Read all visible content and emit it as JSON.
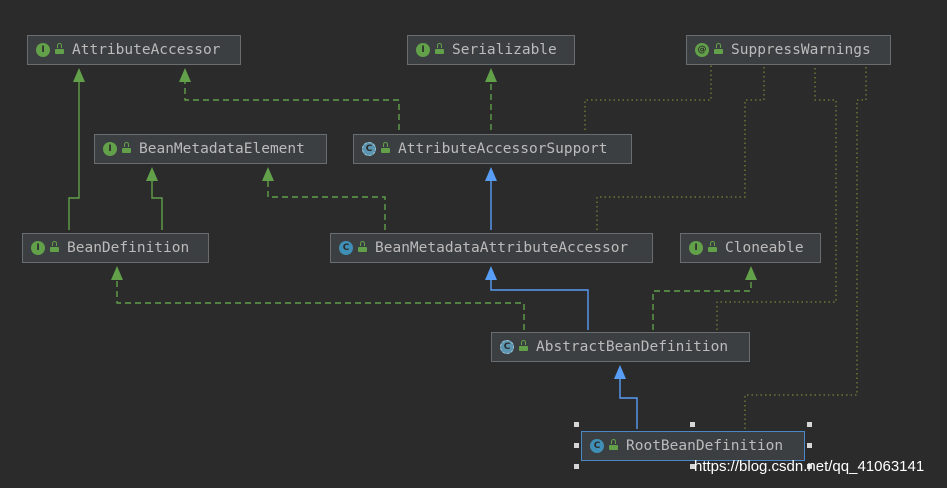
{
  "nodes": {
    "attribute_accessor": {
      "label": "AttributeAccessor",
      "kind": "interface",
      "icon": "interface-icon"
    },
    "serializable": {
      "label": "Serializable",
      "kind": "interface",
      "icon": "interface-icon"
    },
    "suppress_warnings": {
      "label": "SuppressWarnings",
      "kind": "annotation",
      "icon": "annotation-icon"
    },
    "bean_metadata_element": {
      "label": "BeanMetadataElement",
      "kind": "interface",
      "icon": "interface-icon"
    },
    "attribute_accessor_support": {
      "label": "AttributeAccessorSupport",
      "kind": "abstract-class",
      "icon": "abstract-class-icon"
    },
    "bean_definition": {
      "label": "BeanDefinition",
      "kind": "interface",
      "icon": "interface-icon"
    },
    "bean_metadata_attribute_accessor": {
      "label": "BeanMetadataAttributeAccessor",
      "kind": "class",
      "icon": "class-icon"
    },
    "cloneable": {
      "label": "Cloneable",
      "kind": "interface",
      "icon": "interface-icon"
    },
    "abstract_bean_definition": {
      "label": "AbstractBeanDefinition",
      "kind": "abstract-class",
      "icon": "abstract-class-icon"
    },
    "root_bean_definition": {
      "label": "RootBeanDefinition",
      "kind": "class",
      "icon": "class-icon",
      "selected": true
    }
  },
  "edges": [
    {
      "from": "bean_definition",
      "to": "attribute_accessor",
      "type": "extends-interface"
    },
    {
      "from": "bean_definition",
      "to": "bean_metadata_element",
      "type": "extends-interface"
    },
    {
      "from": "attribute_accessor_support",
      "to": "attribute_accessor",
      "type": "implements"
    },
    {
      "from": "attribute_accessor_support",
      "to": "serializable",
      "type": "implements"
    },
    {
      "from": "bean_metadata_attribute_accessor",
      "to": "bean_metadata_element",
      "type": "implements"
    },
    {
      "from": "bean_metadata_attribute_accessor",
      "to": "attribute_accessor_support",
      "type": "extends"
    },
    {
      "from": "abstract_bean_definition",
      "to": "bean_metadata_attribute_accessor",
      "type": "extends"
    },
    {
      "from": "abstract_bean_definition",
      "to": "bean_definition",
      "type": "implements"
    },
    {
      "from": "abstract_bean_definition",
      "to": "cloneable",
      "type": "implements"
    },
    {
      "from": "root_bean_definition",
      "to": "abstract_bean_definition",
      "type": "extends"
    },
    {
      "from": "attribute_accessor_support",
      "to": "suppress_warnings",
      "type": "annotated"
    },
    {
      "from": "bean_metadata_attribute_accessor",
      "to": "suppress_warnings",
      "type": "annotated"
    },
    {
      "from": "abstract_bean_definition",
      "to": "suppress_warnings",
      "type": "annotated"
    },
    {
      "from": "root_bean_definition",
      "to": "suppress_warnings",
      "type": "annotated"
    }
  ],
  "colors": {
    "background": "#2b2b2b",
    "extends": "#589df6",
    "implements": "#62a04a",
    "annotated": "#8a9a3a",
    "selection": "#4a88c7"
  },
  "watermark": "https://blog.csdn.net/qq_41063141"
}
